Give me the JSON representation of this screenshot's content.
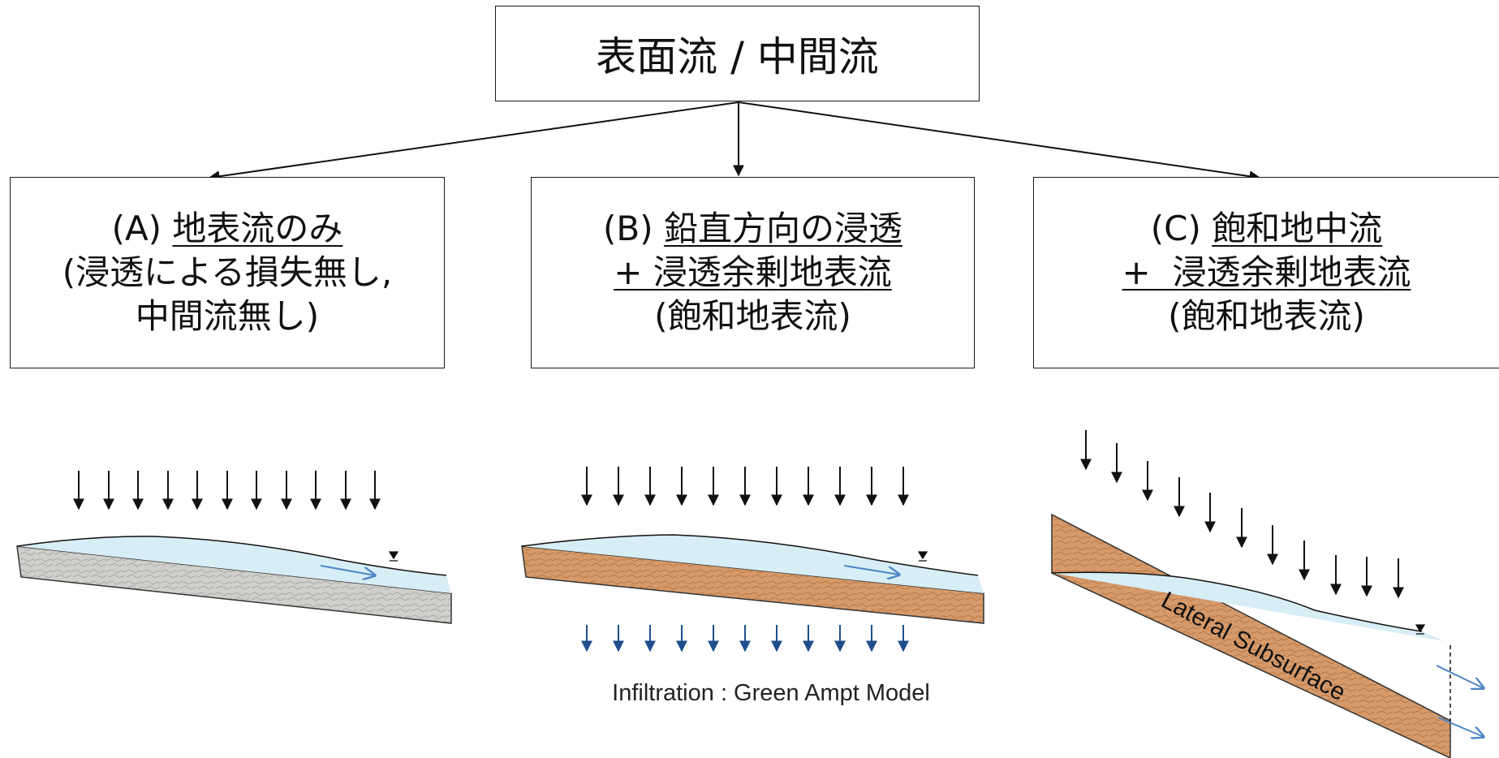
{
  "root": {
    "label": "表面流 / 中間流"
  },
  "cases": [
    {
      "id": "A",
      "line1_prefix": "(A) ",
      "line1_underlined": "地表流のみ",
      "line2": "(浸透による損失無し,",
      "line3": "中間流無し)"
    },
    {
      "id": "B",
      "line1_prefix": "(B) ",
      "line1_underlined": "鉛直方向の浸透",
      "line2": "+ 浸透余剰地表流",
      "line3": "(飽和地表流)"
    },
    {
      "id": "C",
      "line1_prefix": "(C) ",
      "line1_underlined": "飽和地中流",
      "line2": "+  浸透余剰地表流",
      "line3": "(飽和地表流)"
    }
  ],
  "labels": {
    "infiltration": "Infiltration : Green Ampt Model",
    "lateral": "Lateral Subsurface"
  },
  "colors": {
    "gray_soil": "#c9c9c6",
    "orange_soil": "#d4925f",
    "water": "#d8eef6",
    "flow_arrow": "#4f86c6",
    "infiltration_arrow": "#1f4e8c"
  }
}
